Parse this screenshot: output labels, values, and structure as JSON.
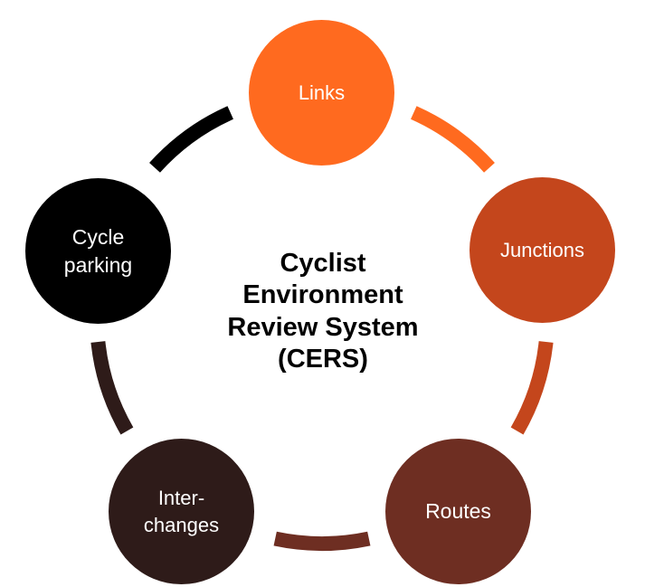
{
  "center": {
    "title": "Cyclist\nEnvironment\nReview System\n(CERS)"
  },
  "nodes": [
    {
      "id": "links",
      "label": "Links",
      "color": "#FF6A1F"
    },
    {
      "id": "junctions",
      "label": "Junctions",
      "color": "#C4461C"
    },
    {
      "id": "routes",
      "label": "Routes",
      "color": "#6E2E22"
    },
    {
      "id": "interchanges",
      "label": "Inter-\nchanges",
      "color": "#2E1B19"
    },
    {
      "id": "cycle-parking",
      "label": "Cycle\nparking",
      "color": "#000000"
    }
  ],
  "connectors": [
    {
      "from": "links",
      "to": "junctions",
      "color": "#FF6A1F"
    },
    {
      "from": "junctions",
      "to": "routes",
      "color": "#C4461C"
    },
    {
      "from": "routes",
      "to": "interchanges",
      "color": "#6E2E22"
    },
    {
      "from": "interchanges",
      "to": "cycle-parking",
      "color": "#2E1B19"
    },
    {
      "from": "cycle-parking",
      "to": "links",
      "color": "#000000"
    }
  ]
}
